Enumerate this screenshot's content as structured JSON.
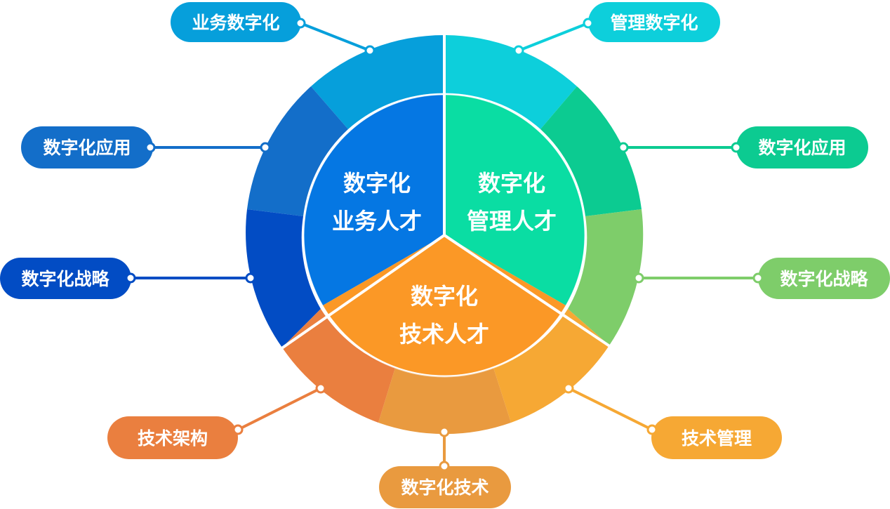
{
  "categories": [
    {
      "id": "business",
      "label_line1": "数字化",
      "label_line2": "业务人才",
      "color": "#0577E3",
      "segments": [
        {
          "label": "业务数字化",
          "color": "#069FDB"
        },
        {
          "label": "数字化应用",
          "color": "#136EC9"
        },
        {
          "label": "数字化战略",
          "color": "#024CC4"
        }
      ]
    },
    {
      "id": "management",
      "label_line1": "数字化",
      "label_line2": "管理人才",
      "color": "#0ADDA3",
      "segments": [
        {
          "label": "管理数字化",
          "color": "#0DCFDB"
        },
        {
          "label": "数字化应用",
          "color": "#0CCB91"
        },
        {
          "label": "数字化战略",
          "color": "#7ECD6A"
        }
      ]
    },
    {
      "id": "technology",
      "label_line1": "数字化",
      "label_line2": "技术人才",
      "color": "#FB9826",
      "segments": [
        {
          "label": "技术管理",
          "color": "#F6A834"
        },
        {
          "label": "数字化技术",
          "color": "#E99A3F"
        },
        {
          "label": "技术架构",
          "color": "#EA7F3F"
        }
      ]
    }
  ]
}
